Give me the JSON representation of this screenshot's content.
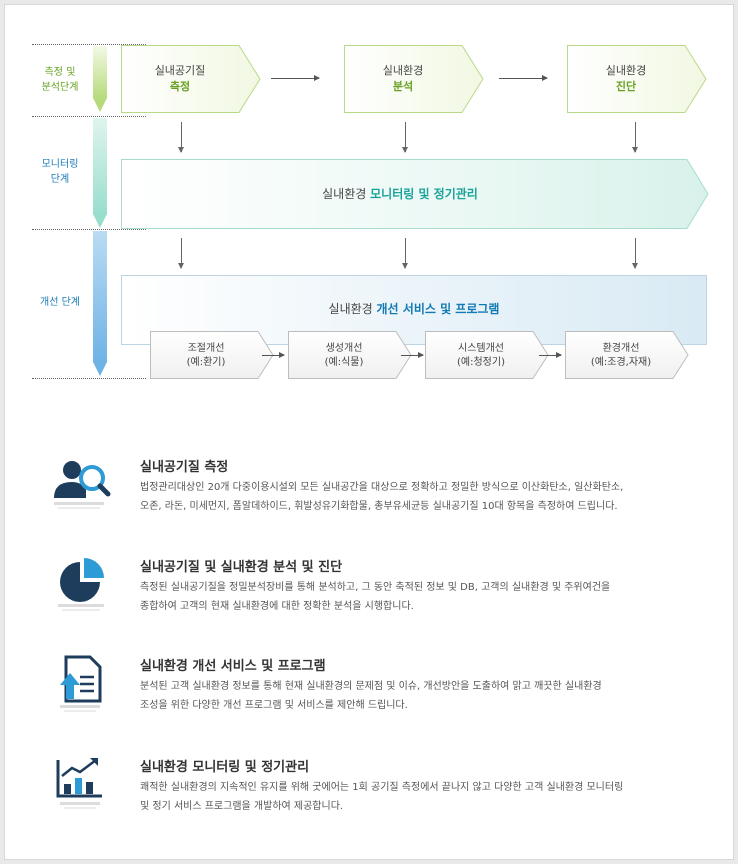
{
  "stages": [
    {
      "label": "측정 및\n분석단계"
    },
    {
      "label": "모니터링\n단계"
    },
    {
      "label": "개선 단계"
    }
  ],
  "top_steps": [
    {
      "line1": "실내공기질",
      "line2": "측정"
    },
    {
      "line1": "실내환경",
      "line2": "분석"
    },
    {
      "line1": "실내환경",
      "line2": "진단"
    }
  ],
  "monitoring": {
    "prefix": "실내환경 ",
    "highlight": "모니터링 및 정기관리"
  },
  "improvement": {
    "prefix": "실내환경 ",
    "highlight": "개선 서비스 및 프로그램",
    "steps": [
      {
        "line1": "조절개선",
        "line2": "(예:환기)"
      },
      {
        "line1": "생성개선",
        "line2": "(예:식물)"
      },
      {
        "line1": "시스템개선",
        "line2": "(예:청정기)"
      },
      {
        "line1": "환경개선",
        "line2": "(예:조경,자재)"
      }
    ]
  },
  "services": [
    {
      "icon": "person-magnifier-icon",
      "title": "실내공기질 측정",
      "description": "법정관리대상인 20개 다중이용시설외 모든 실내공간을 대상으로 정확하고 정밀한 방식으로 이산화탄소, 일산화탄소,\n오존, 라돈, 미세먼지, 폼알데하이드, 휘발성유기화합물, 총부유세균등 실내공기질 10대 항목을 측정하여 드립니다."
    },
    {
      "icon": "pie-chart-icon",
      "title": "실내공기질 및 실내환경 분석 및 진단",
      "description": "측정된 실내공기질을 정밀분석장비를 통해 분석하고, 그 동안 축적된 정보 및 DB, 고객의 실내환경 및 주위여건을\n종합하여 고객의 현재 실내환경에 대한 정확한 분석을 시행합니다."
    },
    {
      "icon": "document-upload-icon",
      "title": "실내환경 개선 서비스 및 프로그램",
      "description": "분석된 고객 실내환경 정보를 통해 현재 실내환경의 문제점 및 이슈, 개선방안을 도출하여 맑고 깨끗한 실내환경\n조성을 위한 다양한 개선 프로그램 및 서비스를 제안해 드립니다."
    },
    {
      "icon": "bar-chart-trend-icon",
      "title": "실내환경 모니터링 및 정기관리",
      "description": "쾌적한 실내환경의 지속적인 유지를 위해 굿에어는 1회 공기질 측정에서 끝나지 않고 다양한 고객 실내환경 모니터링\n및 정기 서비스 프로그램을 개발하여 제공합니다."
    }
  ],
  "colors": {
    "green_accent": "#68a123",
    "teal_accent": "#1aa39a",
    "blue_accent": "#1279b4",
    "stage_label_green": "#68a123",
    "stage_label_blue": "#1a7ab8",
    "icon_dark": "#1e3d5c",
    "icon_light": "#2d9bd6"
  }
}
